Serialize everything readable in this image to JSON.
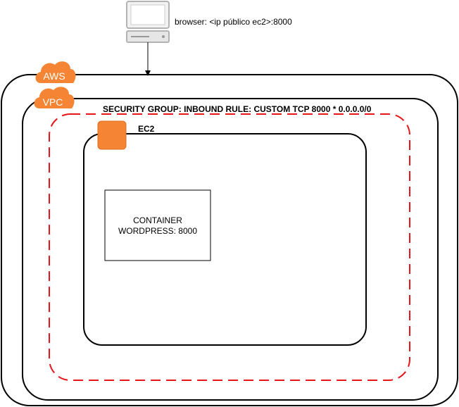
{
  "browser": {
    "label": "browser:  <ip  público ec2>:8000",
    "icon": "computer-icon"
  },
  "aws": {
    "label": "AWS",
    "icon": "aws-cloud-icon",
    "color": "#F58534"
  },
  "vpc": {
    "label": "VPC",
    "icon": "vpc-cloud-icon",
    "color": "#F58534"
  },
  "security_group": {
    "label": "SECURITY GROUP: INBOUND RULE: CUSTOM TCP 8000 * 0.0.0.0/0",
    "border_color": "#E8141B"
  },
  "ec2": {
    "label": "EC2",
    "icon": "ec2-instance-icon",
    "color": "#F58534"
  },
  "container": {
    "line1": "CONTAINER",
    "line2": "WORDPRESS: 8000"
  }
}
